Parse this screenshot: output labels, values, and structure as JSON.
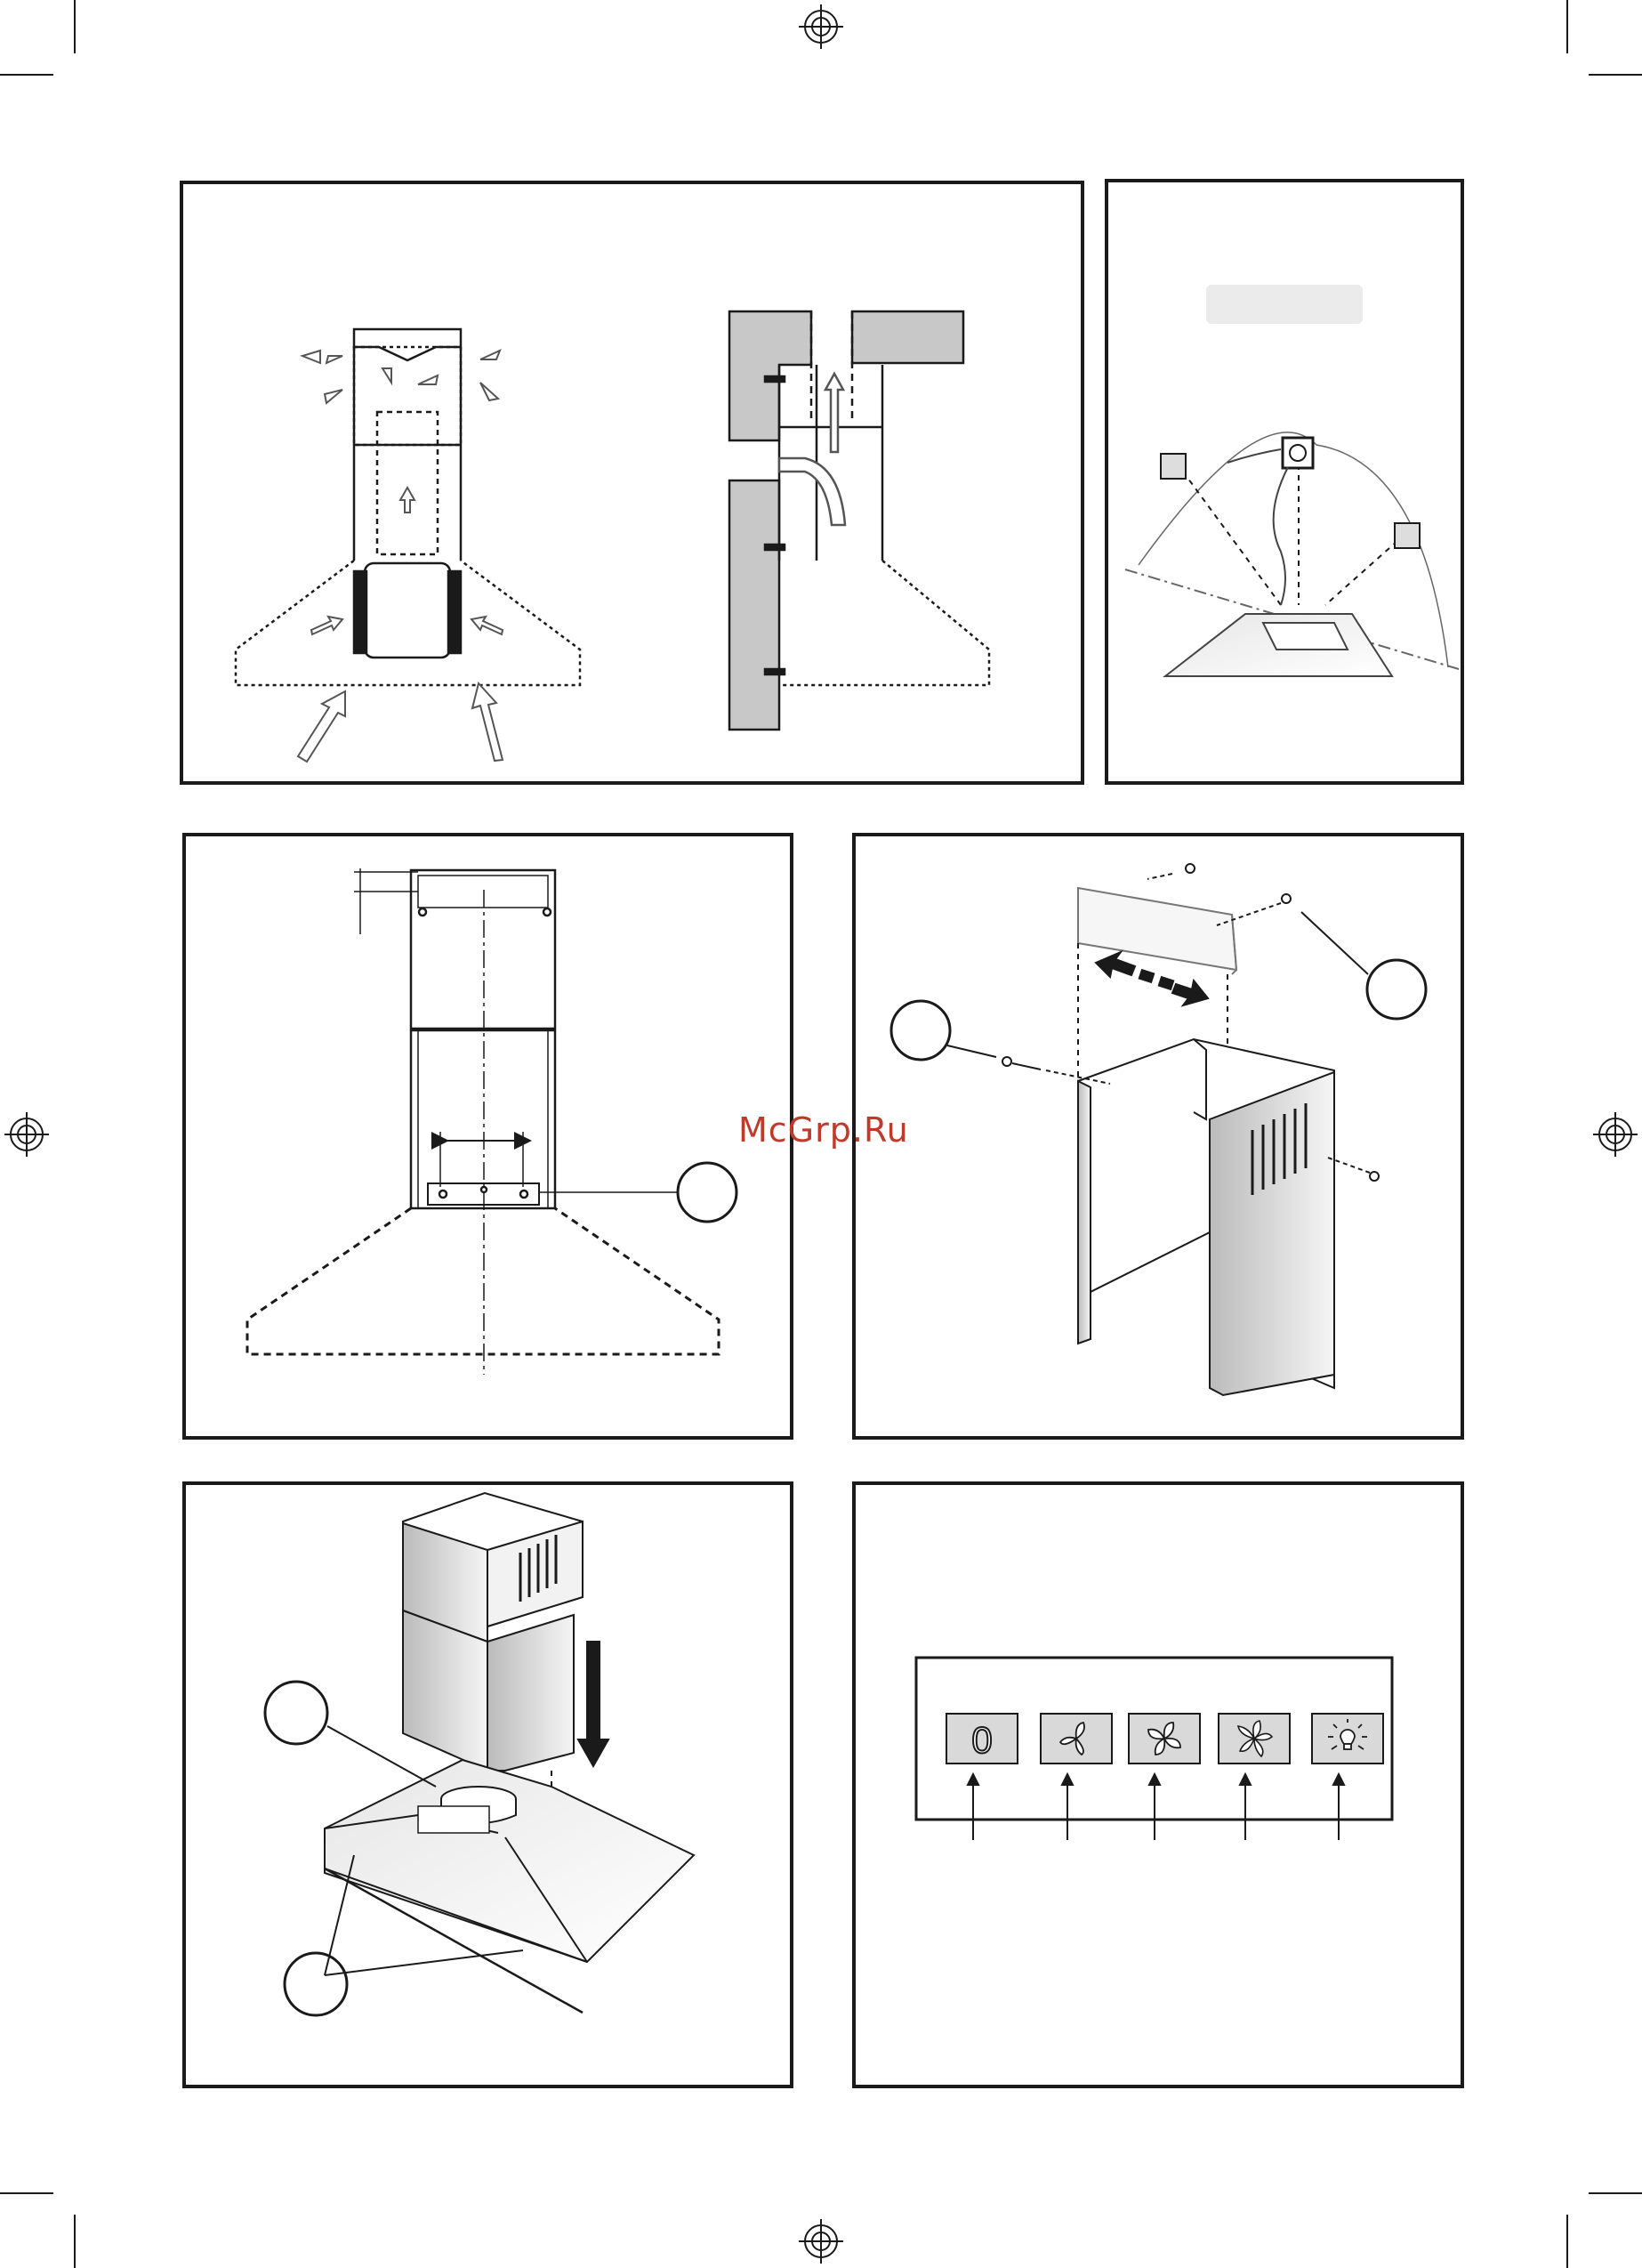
{
  "watermark": {
    "text": "McGrp.Ru",
    "color": "#c0392b"
  },
  "figures": [
    {
      "id": "fig-airflow-recirculation",
      "icon": "airflow-filter-diagram"
    },
    {
      "id": "fig-airflow-extraction",
      "icon": "duct-wall-diagram"
    },
    {
      "id": "fig-electrical-connection",
      "icon": "socket-wall-diagram"
    },
    {
      "id": "fig-bracket-marking",
      "icon": "chimney-outline-diagram"
    },
    {
      "id": "fig-bracket-chimney-screws",
      "icon": "bracket-chimney-diagram"
    },
    {
      "id": "fig-chimney-install",
      "icon": "chimney-on-hood-diagram"
    },
    {
      "id": "fig-control-panel",
      "icon": "control-panel-diagram"
    }
  ],
  "control_panel": {
    "buttons": [
      {
        "name": "off",
        "icon": "off-icon",
        "glyph": "0"
      },
      {
        "name": "speed-1",
        "icon": "fan-speed-1-icon"
      },
      {
        "name": "speed-2",
        "icon": "fan-speed-2-icon"
      },
      {
        "name": "speed-3",
        "icon": "fan-speed-3-icon"
      },
      {
        "name": "light",
        "icon": "light-bulb-icon"
      }
    ]
  },
  "colors": {
    "line": "#1a1a1a",
    "wall": "#c8c8c8",
    "label_box": "#ebebeb",
    "button_face": "#d9d9d9"
  }
}
